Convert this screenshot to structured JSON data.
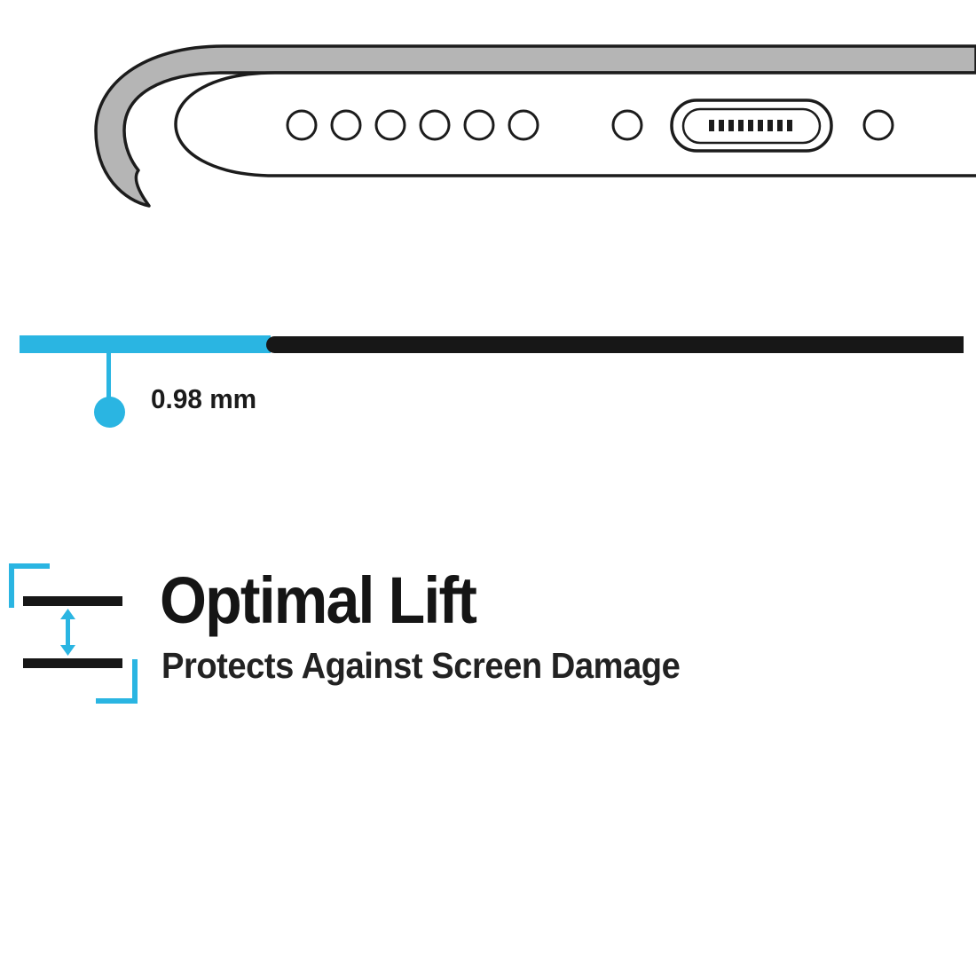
{
  "colors": {
    "accent_cyan": "#2ab5e2",
    "ink": "#1b1b1b",
    "case_gray": "#b5b5b5",
    "white": "#ffffff"
  },
  "diagram": {
    "speaker_hole_count": 6
  },
  "measurement": {
    "label": "0.98 mm"
  },
  "feature": {
    "title": "Optimal Lift",
    "subtitle": "Protects Against Screen Damage"
  }
}
